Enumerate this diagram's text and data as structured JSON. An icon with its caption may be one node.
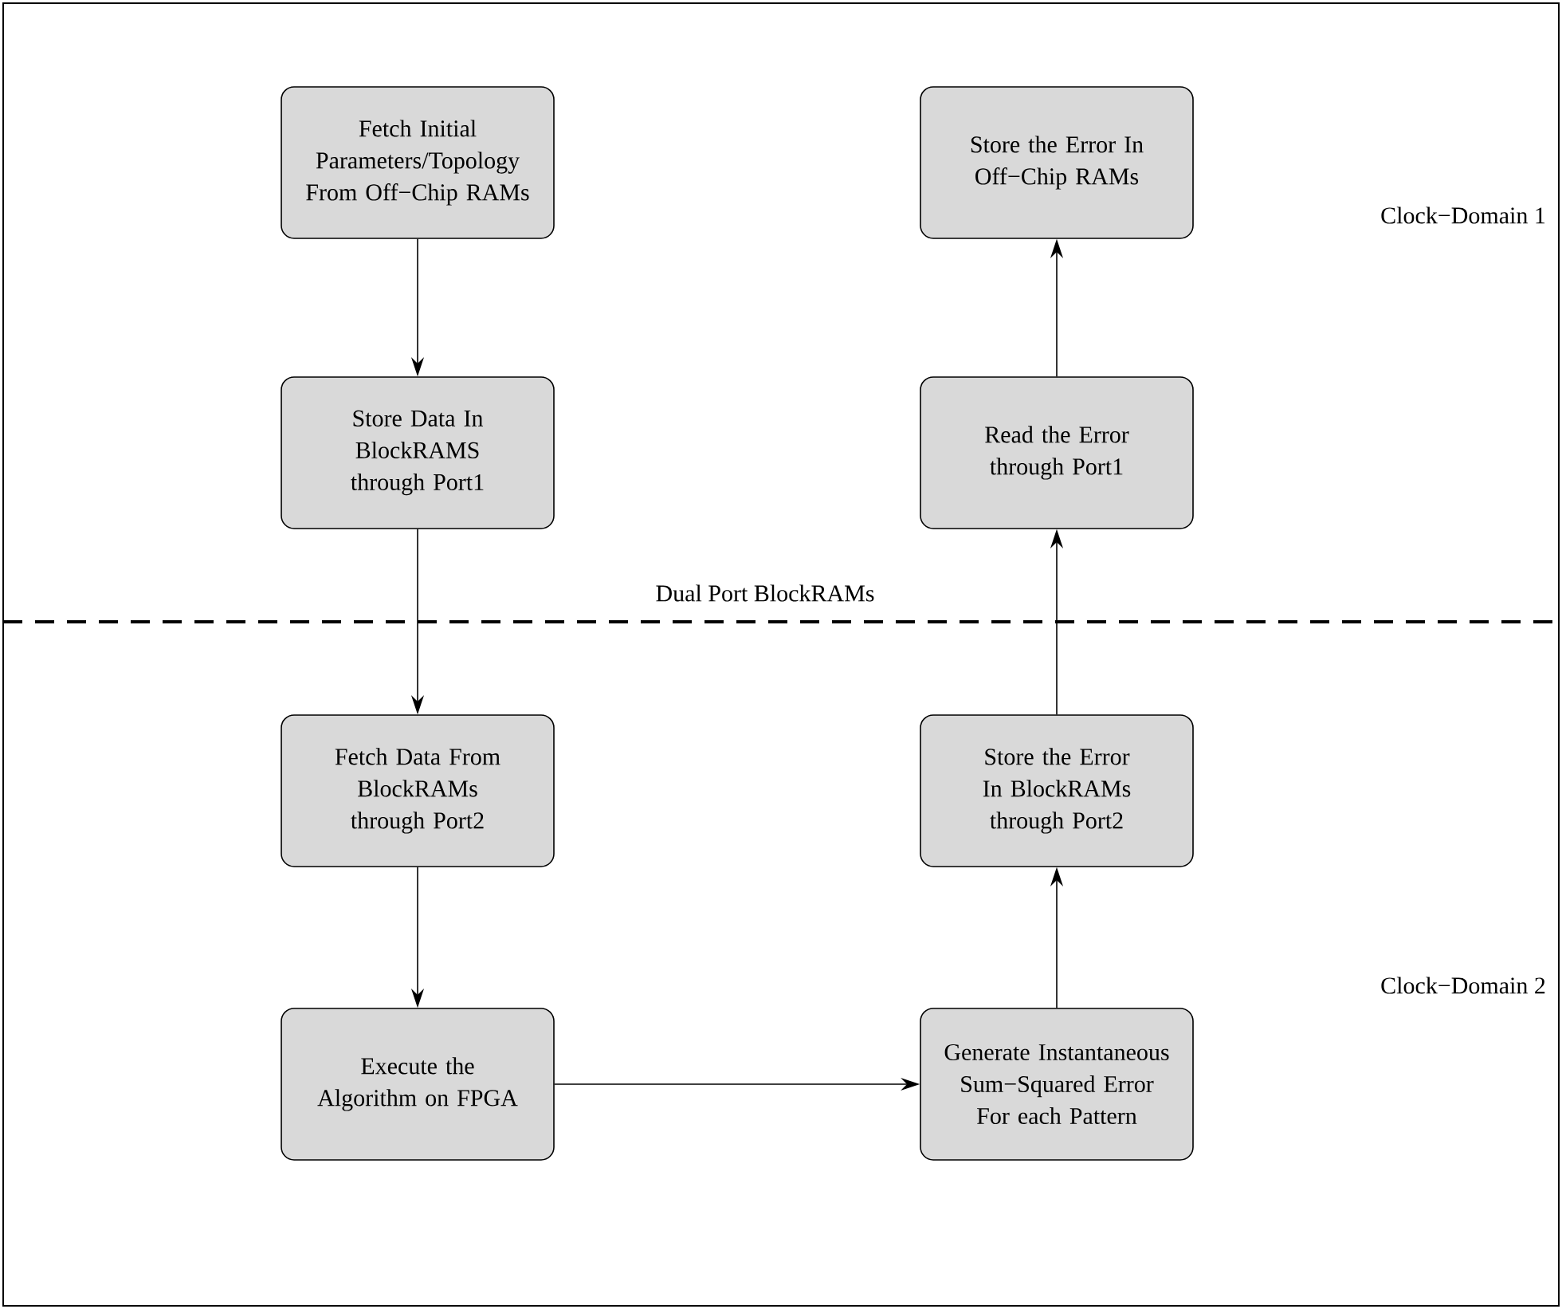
{
  "diagram": {
    "nodes": [
      {
        "text": [
          "Fetch Initial Parameters/Topology From Off−Chip RAMs"
        ]
      },
      {
        "text": [
          "Store Data In BlockRAMS through Port1"
        ]
      },
      {
        "text": [
          "Fetch Data From BlockRAMs through Port2"
        ]
      },
      {
        "text": [
          "Execute the Algorithm on FPGA"
        ]
      },
      {
        "text": [
          "Store the Error In Off−Chip RAMs"
        ]
      },
      {
        "text": [
          "Read the Error through Port1"
        ]
      },
      {
        "text": [
          "Store the Error In BlockRAMs through Port2"
        ]
      },
      {
        "text": [
          "Generate Instantaneous Sum−Squared Error For each Pattern"
        ]
      }
    ],
    "edges": [
      {
        "from": 0,
        "to": 1,
        "arrow": "to"
      },
      {
        "from": 1,
        "to": 2,
        "arrow": "to"
      },
      {
        "from": 2,
        "to": 3,
        "arrow": "to"
      },
      {
        "from": 3,
        "to": 7,
        "arrow": "to"
      },
      {
        "from": 7,
        "to": 6,
        "arrow": "to"
      },
      {
        "from": 6,
        "to": 5,
        "arrow": "to"
      },
      {
        "from": 5,
        "to": 4,
        "arrow": "to"
      }
    ],
    "labels": [
      "Clock−Domain 1",
      "Dual Port BlockRAMs",
      "Clock−Domain 2"
    ]
  }
}
